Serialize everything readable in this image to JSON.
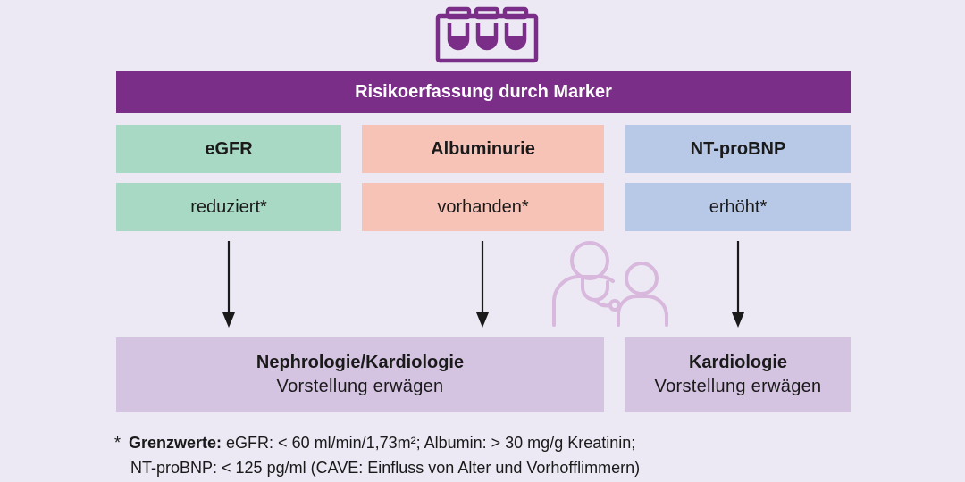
{
  "header": {
    "title": "Risikoerfassung durch Marker"
  },
  "markers": [
    {
      "name": "eGFR",
      "status": "reduziert*"
    },
    {
      "name": "Albuminurie",
      "status": "vorhanden*"
    },
    {
      "name": "NT-proBNP",
      "status": "erhöht*"
    }
  ],
  "outcomes": [
    {
      "title": "Nephrologie/Kardiologie",
      "subtitle": "Vorstellung erwägen"
    },
    {
      "title": "Kardiologie",
      "subtitle": "Vorstellung erwägen"
    }
  ],
  "footnote": {
    "star": "*",
    "label": "Grenzwerte:",
    "line1": "eGFR: < 60 ml/min/1,73m²; Albumin: > 30 mg/g Kreatinin;",
    "line2": "NT-proBNP: < 125 pg/ml (CAVE: Einfluss von Alter und Vorhofflimmern)"
  },
  "colors": {
    "header": "#7a2e87",
    "egfr": "#a8d9c4",
    "albuminurie": "#f8c3b7",
    "ntprobnp": "#b8c9e8",
    "outcome": "#d5c3e2",
    "background": "#ece9f4"
  },
  "icons": [
    "test-tubes-icon",
    "doctor-patient-icon",
    "arrow-down-icon"
  ]
}
